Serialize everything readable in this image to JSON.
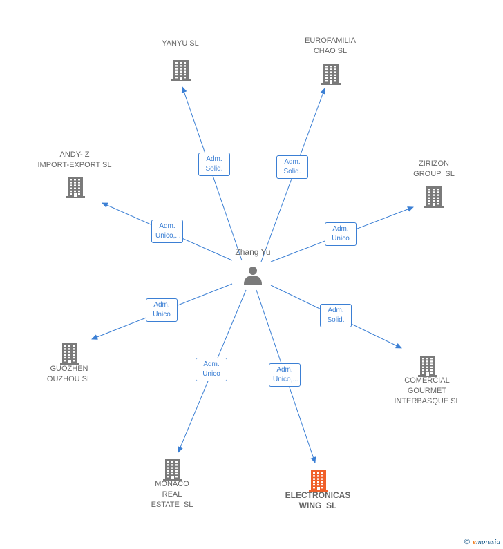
{
  "center": {
    "name": "Zhang Yu",
    "icon": "person-icon"
  },
  "companies": [
    {
      "id": "yanyu",
      "label": "YANYU SL",
      "role": "Adm.\nSolid.",
      "highlight": false
    },
    {
      "id": "eurofamilia",
      "label": "EUROFAMILIA\nCHAO SL",
      "role": "Adm.\nSolid.",
      "highlight": false
    },
    {
      "id": "andy",
      "label": "ANDY- Z\nIMPORT-EXPORT SL",
      "role": "Adm.\nUnico,...",
      "highlight": false
    },
    {
      "id": "zirizon",
      "label": "ZIRIZON\nGROUP  SL",
      "role": "Adm.\nUnico",
      "highlight": false
    },
    {
      "id": "guozhen",
      "label": "GUOZHEN\nOUZHOU SL",
      "role": "Adm.\nUnico",
      "highlight": false
    },
    {
      "id": "comercial",
      "label": "COMERCIAL\nGOURMET\nINTERBASQUE SL",
      "role": "Adm.\nSolid.",
      "highlight": false
    },
    {
      "id": "monaco",
      "label": "MONACO\nREAL\nESTATE  SL",
      "role": "Adm.\nUnico",
      "highlight": false
    },
    {
      "id": "electronicas",
      "label": "ELECTRONICAS\nWING  SL",
      "role": "Adm.\nUnico,...",
      "highlight": true
    }
  ],
  "colors": {
    "edge": "#3b7fd4",
    "building": "#7a7a7a",
    "highlight": "#f0602a"
  },
  "footer": {
    "copyright": "©",
    "brand_initial": "e",
    "brand_rest": "mpresia"
  }
}
